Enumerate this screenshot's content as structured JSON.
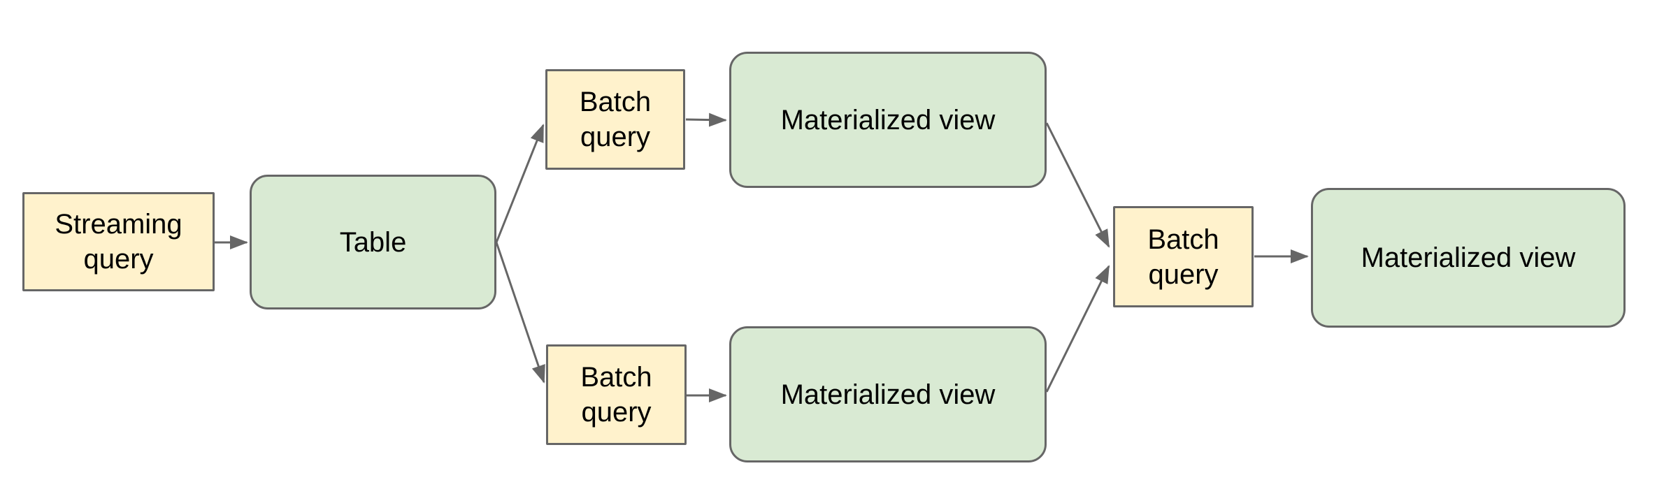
{
  "diagram": {
    "colors": {
      "query_fill": "#fff2cc",
      "view_fill": "#d9ead3",
      "stroke": "#666666",
      "arrow": "#666666",
      "text": "#000000",
      "background": "#ffffff"
    },
    "nodes": {
      "streaming_query": {
        "label": "Streaming query",
        "kind": "query"
      },
      "table": {
        "label": "Table",
        "kind": "table"
      },
      "batch_query_top": {
        "label": "Batch query",
        "kind": "query"
      },
      "materialized_view_top": {
        "label": "Materialized view",
        "kind": "view"
      },
      "batch_query_bottom": {
        "label": "Batch query",
        "kind": "query"
      },
      "materialized_view_bottom": {
        "label": "Materialized view",
        "kind": "view"
      },
      "batch_query_final": {
        "label": "Batch query",
        "kind": "query"
      },
      "materialized_view_final": {
        "label": "Materialized view",
        "kind": "view"
      }
    },
    "edges": [
      {
        "from": "streaming_query",
        "to": "table"
      },
      {
        "from": "table",
        "to": "batch_query_top"
      },
      {
        "from": "table",
        "to": "batch_query_bottom"
      },
      {
        "from": "batch_query_top",
        "to": "materialized_view_top"
      },
      {
        "from": "batch_query_bottom",
        "to": "materialized_view_bottom"
      },
      {
        "from": "materialized_view_top",
        "to": "batch_query_final"
      },
      {
        "from": "materialized_view_bottom",
        "to": "batch_query_final"
      },
      {
        "from": "batch_query_final",
        "to": "materialized_view_final"
      }
    ]
  }
}
